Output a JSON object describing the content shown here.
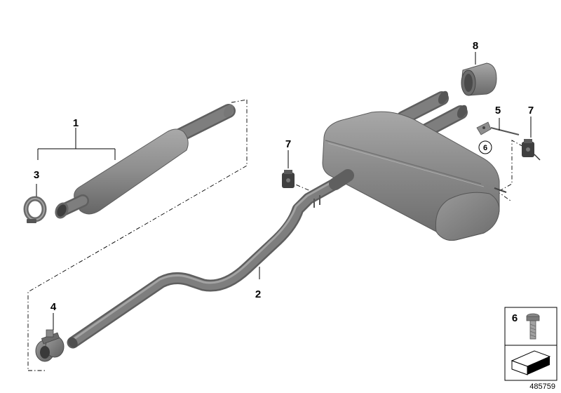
{
  "callouts": {
    "front_silencer": "1",
    "rear_pipe": "2",
    "clamp": "3",
    "double_clamp": "4",
    "bracket": "5",
    "bracket_bolt": "6",
    "rubber_mount_left": "7",
    "rubber_mount_right": "7",
    "tailpipe_trim": "8"
  },
  "legend": {
    "bolt_number": "6"
  },
  "image_number": "485759",
  "colors": {
    "part_dark": "#5f5f5f",
    "part_mid": "#8c8c8c",
    "part_light": "#b5b5b5",
    "line": "#000000"
  }
}
